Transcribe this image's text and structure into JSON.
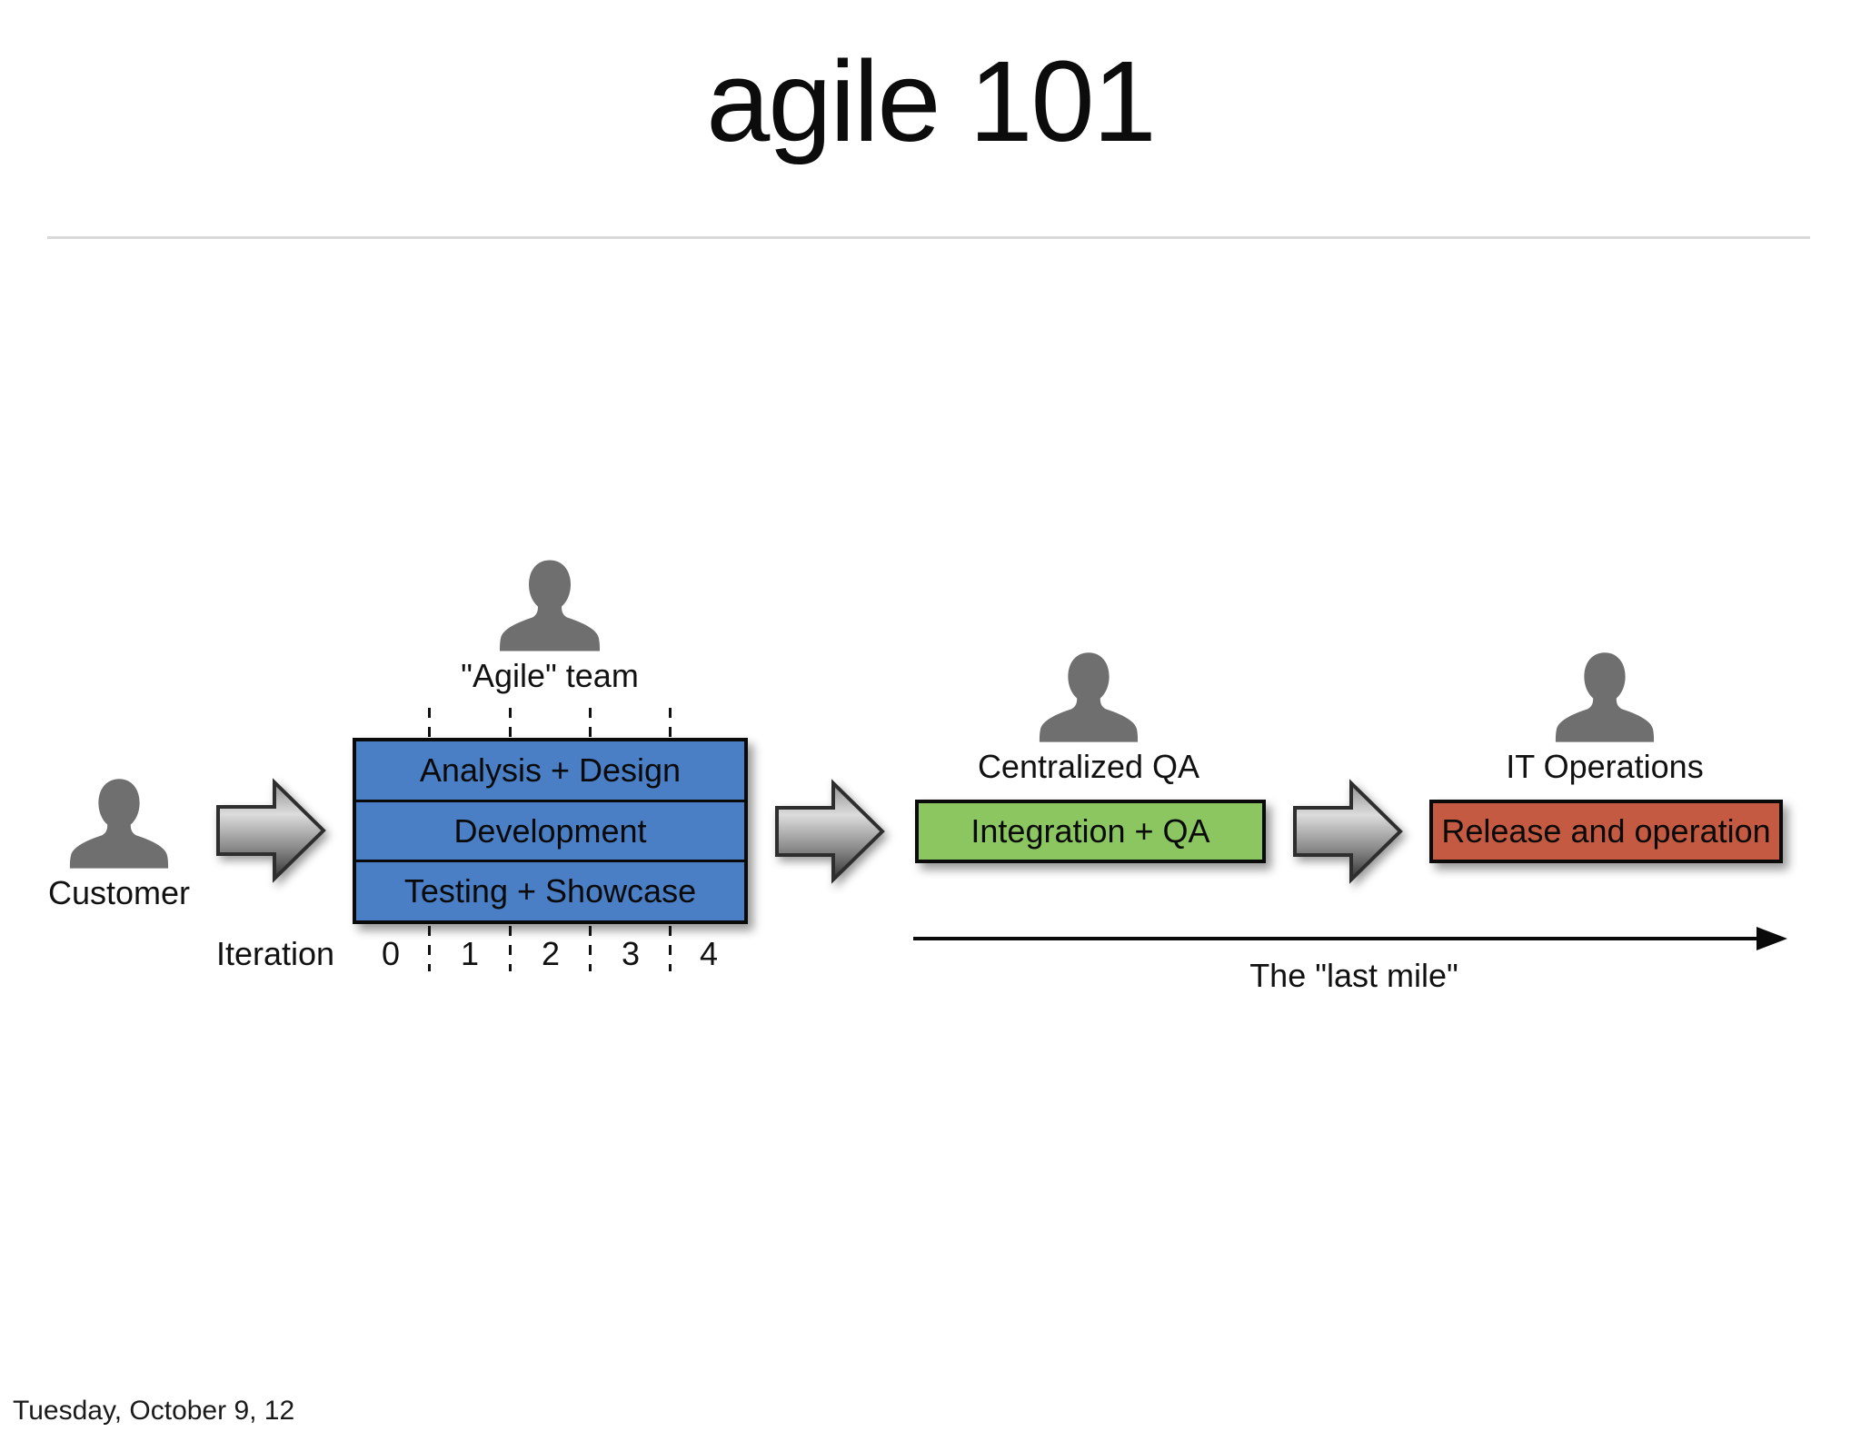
{
  "slide": {
    "title": "agile 101",
    "footer": "Tuesday, October 9, 12"
  },
  "actors": {
    "customer": {
      "label": "Customer"
    },
    "agile_team": {
      "label": "\"Agile\" team"
    },
    "centralized_qa": {
      "label": "Centralized QA"
    },
    "it_operations": {
      "label": "IT Operations"
    }
  },
  "agile_box": {
    "rows": [
      "Analysis + Design",
      "Development",
      "Testing + Showcase"
    ]
  },
  "iteration": {
    "label": "Iteration",
    "ticks": [
      "0",
      "1",
      "2",
      "3",
      "4"
    ]
  },
  "qa_box": {
    "label": "Integration + QA"
  },
  "ops_box": {
    "label": "Release and operation"
  },
  "last_mile": {
    "label": "The \"last mile\""
  },
  "icons": {
    "customer": "person-icon",
    "agile_team": "person-icon",
    "centralized_qa": "person-icon",
    "it_operations": "person-icon",
    "flow_arrow": "block-arrow-right-icon"
  },
  "colors": {
    "agile_box_fill": "#4a7fc6",
    "qa_box_fill": "#8bc661",
    "ops_box_fill": "#c45a41",
    "person_gray": "#6f6f6f",
    "divider_gray": "#d9d9d9"
  }
}
